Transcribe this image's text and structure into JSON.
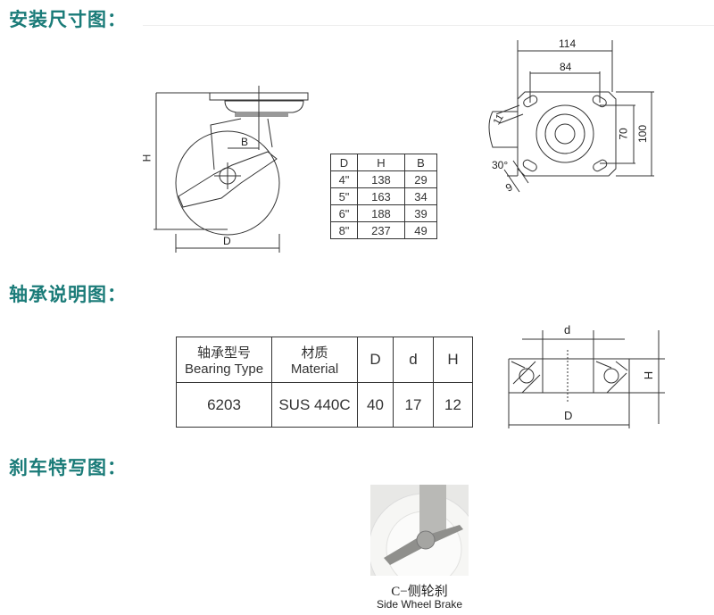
{
  "sections": {
    "install": "安装尺寸图：",
    "bearing": "轴承说明图：",
    "brake": "刹车特写图："
  },
  "caster_side": {
    "H": "H",
    "D": "D",
    "B": "B"
  },
  "size_table": {
    "headers": [
      "D",
      "H",
      "B"
    ],
    "rows": [
      [
        "4\"",
        "138",
        "29"
      ],
      [
        "5\"",
        "163",
        "34"
      ],
      [
        "6\"",
        "188",
        "39"
      ],
      [
        "8\"",
        "237",
        "49"
      ]
    ]
  },
  "top_plate": {
    "width": "114",
    "hole_x": "84",
    "hole_y": "70",
    "height": "100",
    "angle": "30°",
    "slot_width": "9",
    "slot_len": "11"
  },
  "bearing_table": {
    "headers": [
      {
        "cn": "轴承型号",
        "en": "Bearing Type"
      },
      {
        "cn": "材质",
        "en": "Material"
      },
      {
        "cn": "",
        "en": "D"
      },
      {
        "cn": "",
        "en": "d"
      },
      {
        "cn": "",
        "en": "H"
      }
    ],
    "row": [
      "6203",
      "SUS 440C",
      "40",
      "17",
      "12"
    ]
  },
  "bearing_diagram": {
    "d": "d",
    "D": "D",
    "H": "H"
  },
  "brake_photo": {
    "caption_cn": "C−侧轮刹",
    "caption_en": "Side Wheel Brake"
  }
}
